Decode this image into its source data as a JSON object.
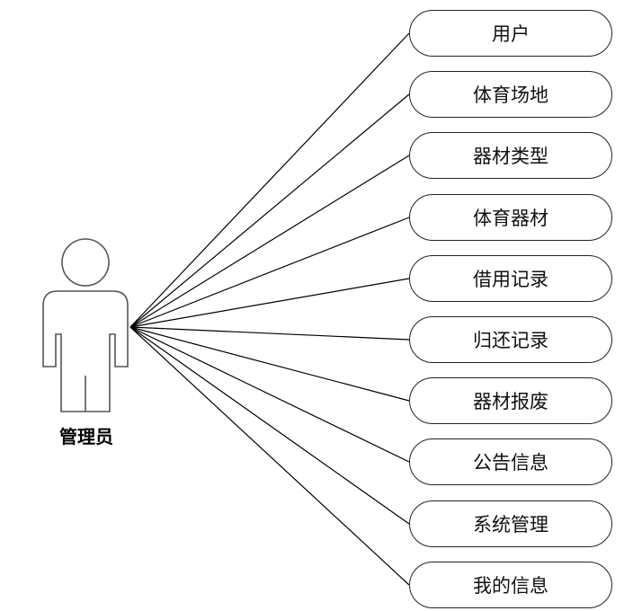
{
  "actor": {
    "label": "管理员"
  },
  "use_cases": [
    {
      "label": "用户"
    },
    {
      "label": "体育场地"
    },
    {
      "label": "器材类型"
    },
    {
      "label": "体育器材"
    },
    {
      "label": "借用记录"
    },
    {
      "label": "归还记录"
    },
    {
      "label": "器材报废"
    },
    {
      "label": "公告信息"
    },
    {
      "label": "系统管理"
    },
    {
      "label": "我的信息"
    }
  ]
}
